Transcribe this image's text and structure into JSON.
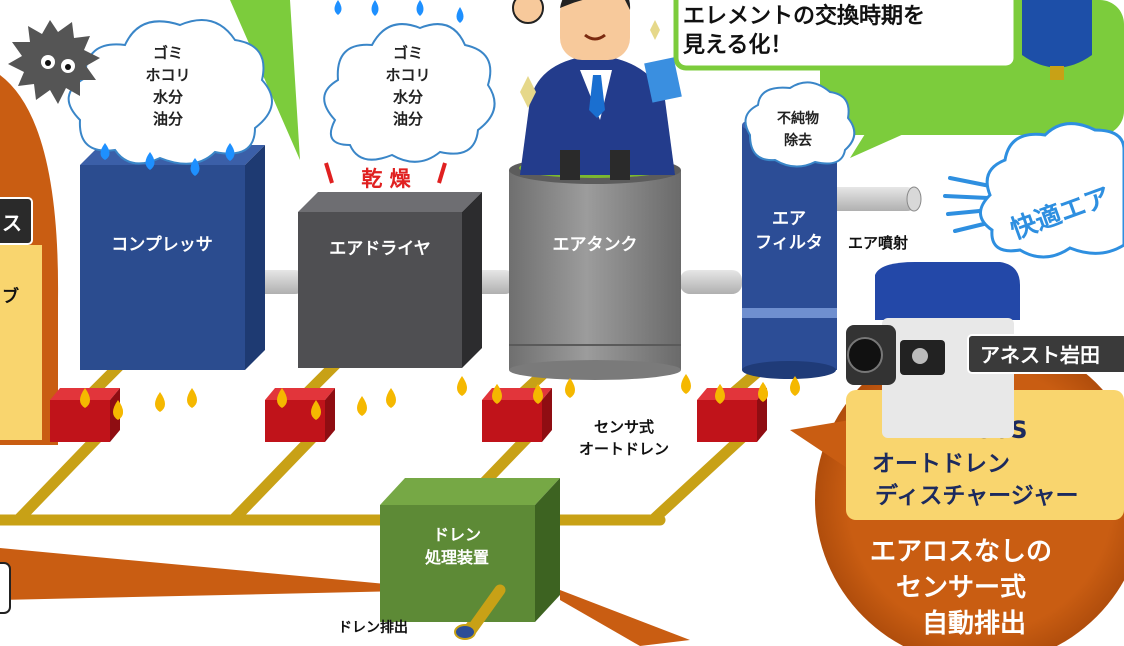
{
  "callouts": {
    "element_replace": "エレメントの交換時期を",
    "visualize": "見える化！"
  },
  "clouds": {
    "left": [
      "ゴミ",
      "ホコリ",
      "水分",
      "油分"
    ],
    "mid": [
      "ゴミ",
      "ホコリ",
      "水分",
      "油分"
    ],
    "filter": [
      "不純物",
      "除去"
    ]
  },
  "dry_label": "乾 燥",
  "equipment": {
    "compressor": "コンプレッサ",
    "dryer": "エアドライヤ",
    "tank": "エアタンク",
    "filter": [
      "エア",
      "フィルタ"
    ],
    "drain_unit": [
      "ドレン",
      "処理装置"
    ]
  },
  "labels": {
    "air_spray": "エア噴射",
    "comfort_air": "快適エア",
    "sensor_drain": [
      "センサ式",
      "オートドレン"
    ],
    "drain_out": "ドレン排出"
  },
  "left_edge": {
    "badge": "ス",
    "text": "ブ"
  },
  "product": {
    "brand": "アネスト岩田",
    "model": "ADD-30S",
    "name": [
      "オートドレン",
      "ディスチャージャー"
    ],
    "feature": [
      "エアロスなしの",
      "センサー式",
      "自動排出"
    ]
  },
  "colors": {
    "compressor": "#2b4c8f",
    "dryer": "#4f4f52",
    "tank": "#8a8a8a",
    "filter": "#2c4d96",
    "drain_unit": "#5d8a36",
    "valve": "#c0131a",
    "pipe": "#c8a116",
    "green_callout": "#7ccc3c",
    "orange_bubble": "#c95d12",
    "yellow_box": "#f9d56e",
    "water": "#1e90ff",
    "oil": "#f5b800"
  }
}
